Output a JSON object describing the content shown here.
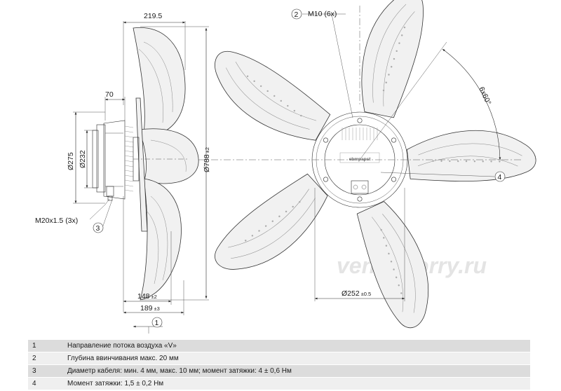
{
  "side_view": {
    "dim_top": "219.5",
    "dim_70": "70",
    "dim_d275": "Ø275",
    "dim_d232": "Ø232",
    "dim_d788": "Ø788",
    "dim_d788_tol": "±2",
    "thread_label": "M20x1.5 (3x)",
    "dim_148": "148",
    "dim_148_tol": "±2",
    "dim_189": "189",
    "dim_189_tol": "±3",
    "callout_1": "1",
    "callout_3": "3"
  },
  "front_view": {
    "callout_2": "2",
    "thread_m10": "M10 (6x)",
    "angle_label": "6x60°",
    "callout_4": "4",
    "dim_d252": "Ø252",
    "dim_d252_tol": "±0.5",
    "hub_logo": "ebmpapst"
  },
  "watermark": "ventilatorry.ru",
  "notes": [
    {
      "num": "1",
      "text": "Направление потока воздуха «V»"
    },
    {
      "num": "2",
      "text": "Глубина ввинчивания макс. 20 мм"
    },
    {
      "num": "3",
      "text": "Диаметр кабеля: мин. 4 мм, макс. 10 мм; момент затяжки: 4 ± 0,6 Нм"
    },
    {
      "num": "4",
      "text": "Момент затяжки: 1,5 ± 0,2 Нм"
    }
  ]
}
